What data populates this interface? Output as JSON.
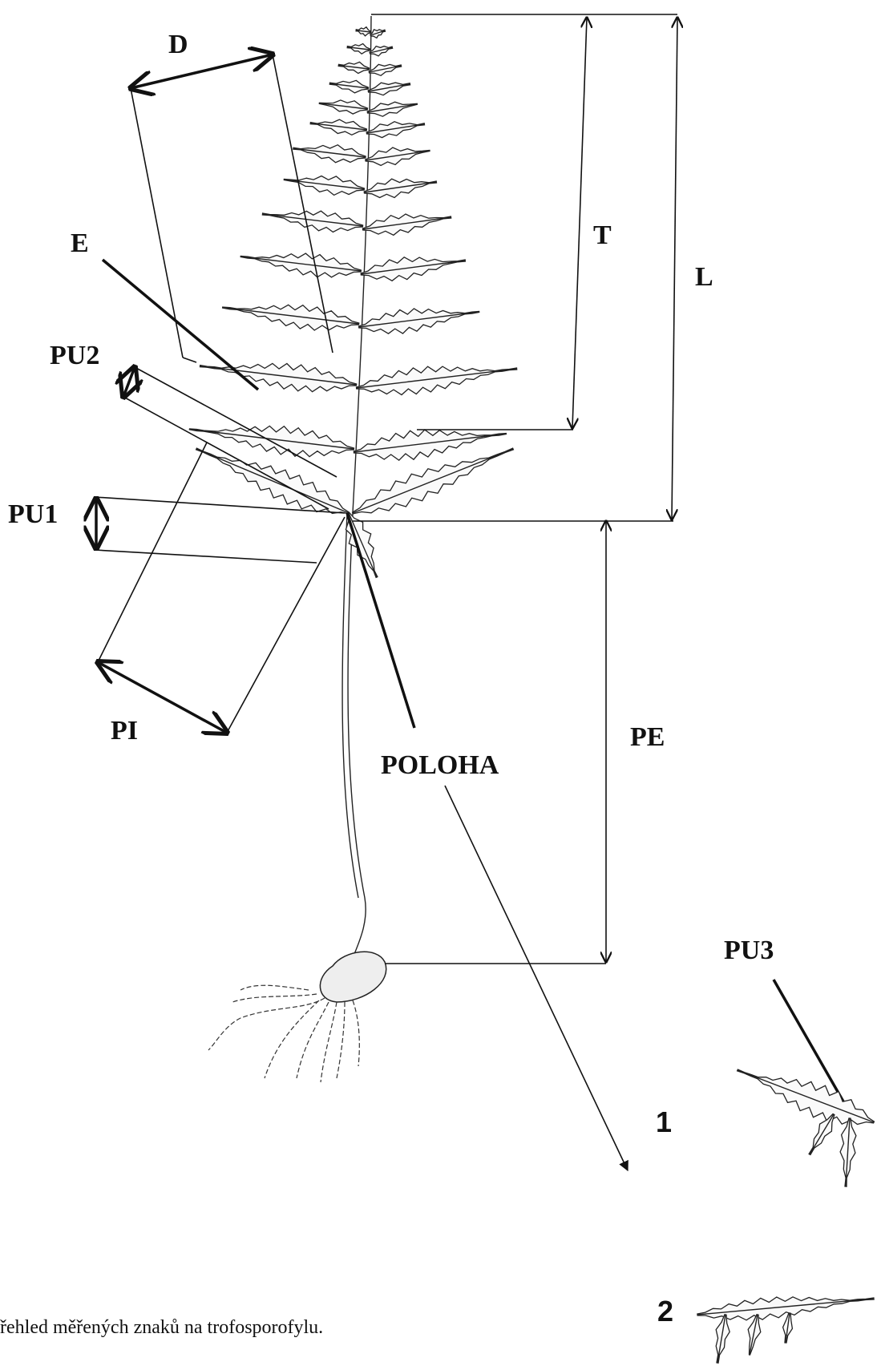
{
  "labels": {
    "D": "D",
    "E": "E",
    "T": "T",
    "L": "L",
    "PU2": "PU2",
    "PU1": "PU1",
    "PI": "PI",
    "PE": "PE",
    "POLOHA": "POLOHA",
    "PU3": "PU3"
  },
  "figure_numbers": {
    "one": "1",
    "two": "2"
  },
  "caption": "řehled měřených znaků na trofosporofylu."
}
